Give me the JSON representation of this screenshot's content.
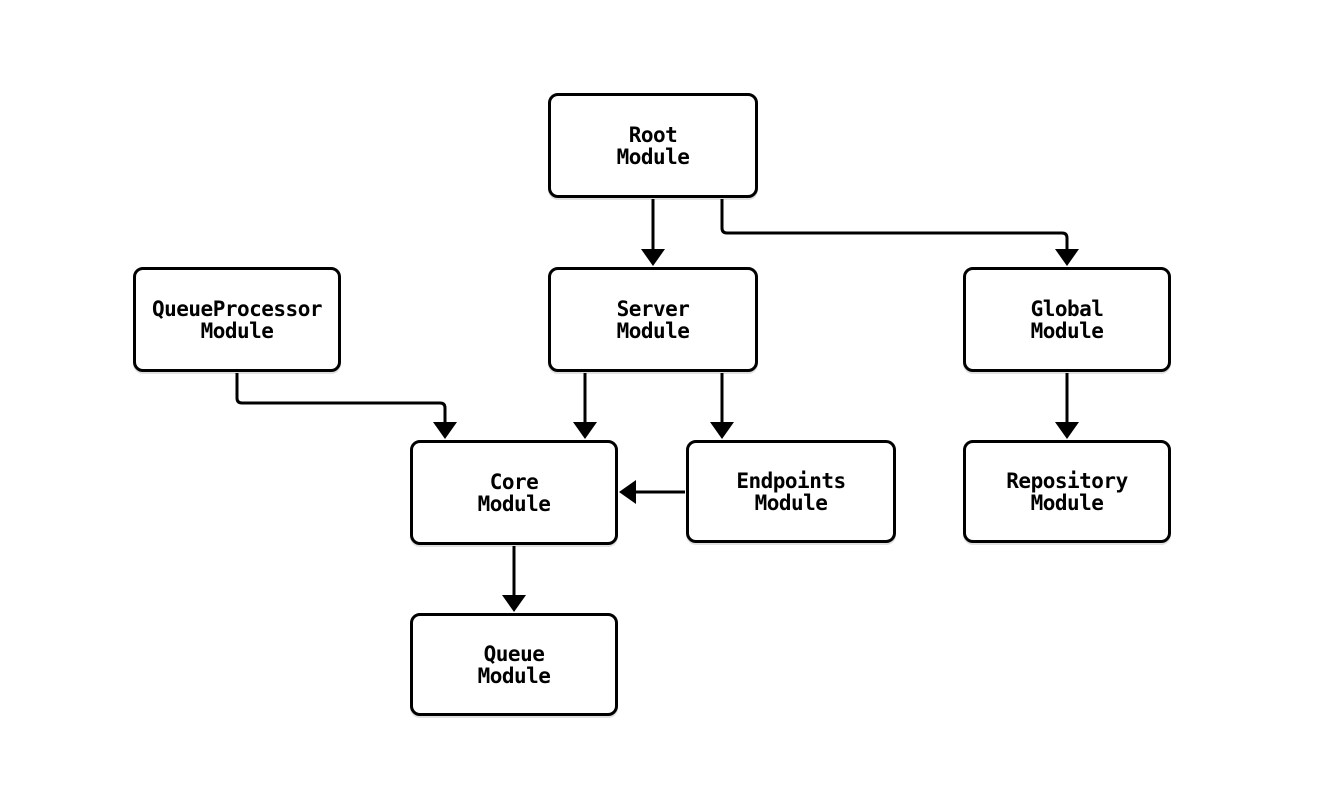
{
  "diagram": {
    "type": "flowchart",
    "colors": {
      "background": "#ffffff",
      "node_fill": "#ffffff",
      "node_stroke": "#000000",
      "edge_stroke": "#000000",
      "text": "#000000"
    },
    "nodes": [
      {
        "id": "root",
        "lines": [
          "Root",
          "Module"
        ]
      },
      {
        "id": "queue-processor",
        "lines": [
          "QueueProcessor",
          "Module"
        ]
      },
      {
        "id": "server",
        "lines": [
          "Server",
          "Module"
        ]
      },
      {
        "id": "global",
        "lines": [
          "Global",
          "Module"
        ]
      },
      {
        "id": "core",
        "lines": [
          "Core",
          "Module"
        ]
      },
      {
        "id": "endpoints",
        "lines": [
          "Endpoints",
          "Module"
        ]
      },
      {
        "id": "repository",
        "lines": [
          "Repository",
          "Module"
        ]
      },
      {
        "id": "queue",
        "lines": [
          "Queue",
          "Module"
        ]
      }
    ],
    "edges": [
      {
        "from": "root",
        "to": "server"
      },
      {
        "from": "root",
        "to": "global"
      },
      {
        "from": "queue-processor",
        "to": "core"
      },
      {
        "from": "server",
        "to": "core"
      },
      {
        "from": "server",
        "to": "endpoints"
      },
      {
        "from": "endpoints",
        "to": "core"
      },
      {
        "from": "global",
        "to": "repository"
      },
      {
        "from": "core",
        "to": "queue"
      }
    ]
  }
}
